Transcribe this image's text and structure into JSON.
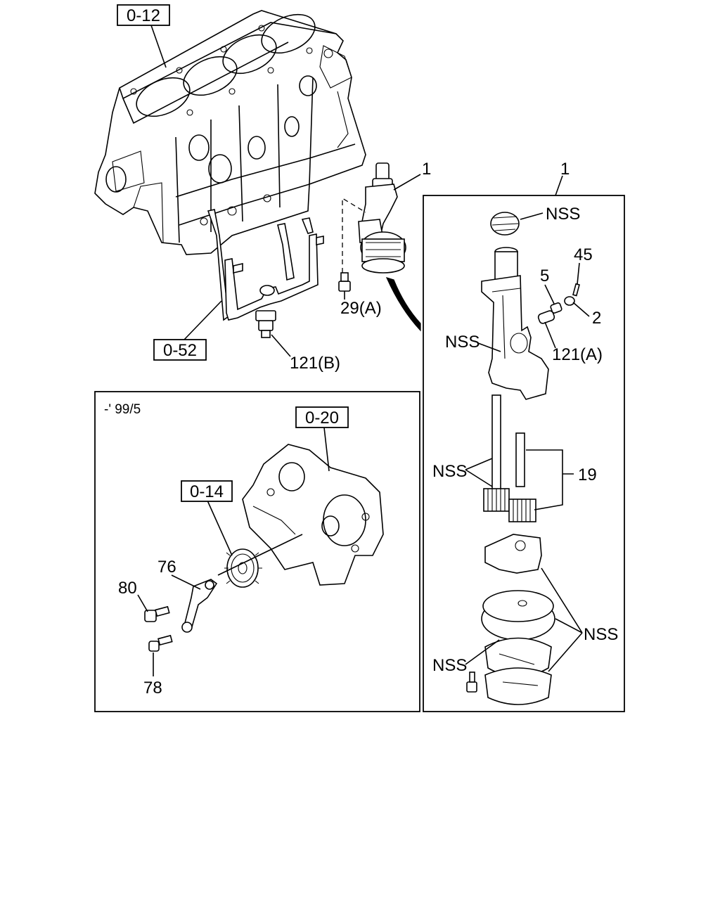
{
  "references": {
    "block": "0-12",
    "tube": "0-52",
    "case": "0-20",
    "gear": "0-14"
  },
  "inset_note": "-' 99/5",
  "callouts": {
    "pump_main": "1",
    "pump_detail": "1",
    "bolt_29a": "29(A)",
    "plug_121b": "121(B)",
    "pin_45": "45",
    "spring_5": "5",
    "ring_2": "2",
    "valve_121a": "121(A)",
    "drive_gear_nss": "NSS",
    "body_nss": "NSS",
    "shaft_nss": "NSS",
    "shafts_19": "19",
    "cover_nss": "NSS",
    "screw_nss": "NSS",
    "idler_76": "76",
    "bolt_80": "80",
    "bolt_78": "78"
  }
}
